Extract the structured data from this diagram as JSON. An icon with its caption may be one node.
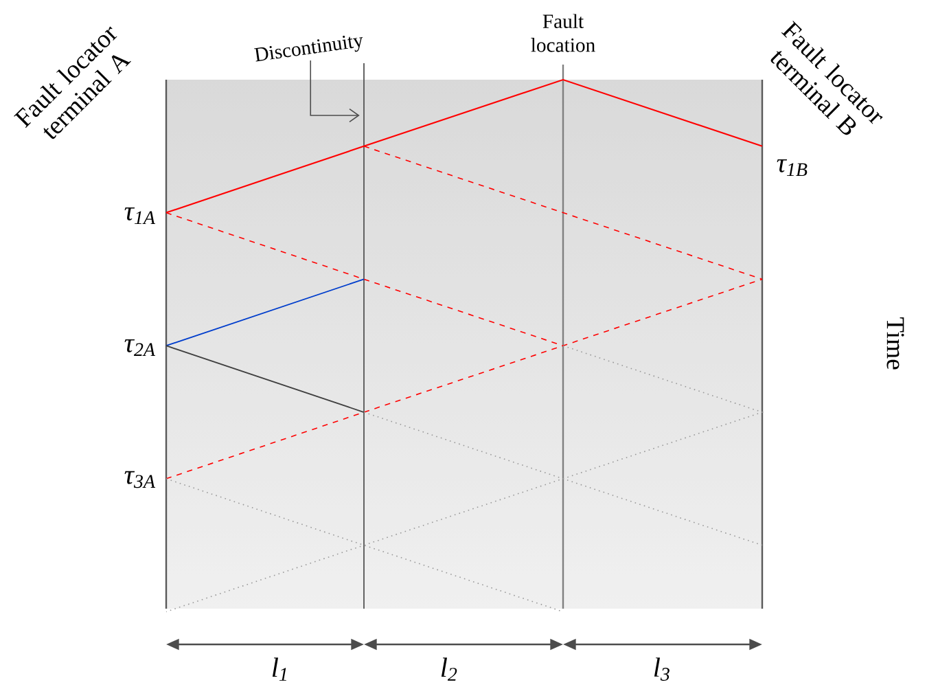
{
  "diagram": {
    "nodes": [
      {
        "text": [
          "Discontinuity"
        ]
      },
      {
        "text": [],
        "shape": "bar"
      }
    ],
    "edges": [
      {
        "from": 0,
        "to": 1,
        "arrow": "to"
      }
    ],
    "labels": [
      "Fault locator terminal A",
      "Fault location",
      "Fault locator terminal B",
      "τ$_{1A}$",
      "τ$_{1B}$",
      "τ$_{2A}$",
      "Time",
      "τ$_{3A}$",
      "l$_{1}$",
      "l$_{2}$",
      "l$_{3}$"
    ]
  }
}
